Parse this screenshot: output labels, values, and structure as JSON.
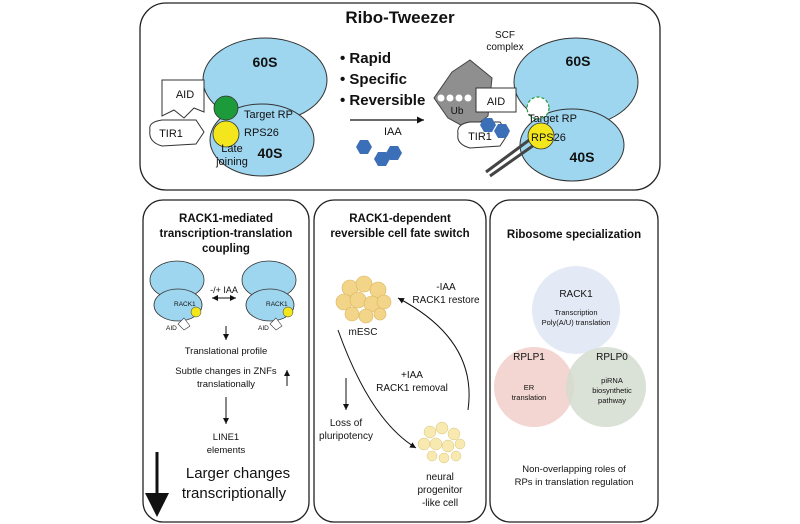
{
  "top": {
    "title": "Ribo-Tweezer",
    "left": {
      "sub60": "60S",
      "sub40": "40S",
      "aid": "AID",
      "tir1": "TIR1",
      "target_rp": "Target RP",
      "rps26": "RPS26",
      "late": "Late",
      "joining": "joining"
    },
    "features": [
      "• Rapid",
      "• Specific",
      "• Reversible"
    ],
    "iaa": "IAA",
    "right": {
      "scf_line1": "SCF",
      "scf_line2": "complex",
      "ub": "Ub",
      "aid": "AID",
      "tir1": "TIR1",
      "target_rp": "Target RP",
      "rps26": "RPS26",
      "sub60": "60S",
      "sub40": "40S"
    }
  },
  "panel1": {
    "title": [
      "RACK1-mediated",
      "transcription-translation",
      "coupling"
    ],
    "rack1": "RACK1",
    "aid": "AID",
    "toggle": "-/+ IAA",
    "translational_profile": "Translational profile",
    "subtle_line1": "Subtle changes in ZNFs",
    "subtle_line2": "translationally",
    "line1_a": "LINE1",
    "line1_b": "elements",
    "larger_line1": "Larger changes",
    "larger_line2": "transcriptionally"
  },
  "panel2": {
    "title": [
      "RACK1-dependent",
      "reversible cell fate switch"
    ],
    "restore_line1": "-IAA",
    "restore_line2": "RACK1 restore",
    "mesc": "mESC",
    "removal_line1": "+IAA",
    "removal_line2": "RACK1 removal",
    "loss_line1": "Loss of",
    "loss_line2": "pluripotency",
    "neural_line1": "neural",
    "neural_line2": "progenitor",
    "neural_line3": "-like cell"
  },
  "panel3": {
    "title": "Ribosome specialization",
    "rack1": "RACK1",
    "rack1_desc1": "Transcription",
    "rack1_desc2": "Poly(A/U) translation",
    "rplp1": "RPLP1",
    "rplp1_desc1": "ER",
    "rplp1_desc2": "translation",
    "rplp0": "RPLP0",
    "rplp0_desc1": "piRNA",
    "rplp0_desc2": "biosynthetic",
    "rplp0_desc3": "pathway",
    "footer1": "Non-overlapping roles of",
    "footer2": "RPs in translation regulation"
  },
  "colors": {
    "ribosome": "#9fd6ef",
    "target_rp": "#1d9a3a",
    "rps26": "#f3e61c",
    "iaa": "#3b6fb8",
    "scf": "#8f8f8f",
    "rack1_circle": "#dfe6f3",
    "rplp1_circle": "#f1cfc9",
    "rplp0_circle": "#d3dccf",
    "rack1_text": "#2f6fb3",
    "rplp1_text": "#c0392b",
    "rplp0_text": "#2e7d32",
    "mesc": "#f3d58a",
    "neural": "#f7e9b0"
  }
}
